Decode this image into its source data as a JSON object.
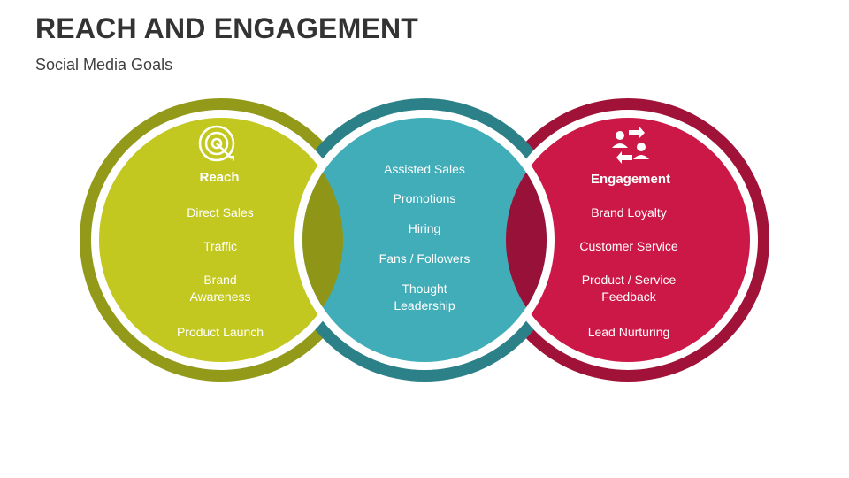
{
  "header": {
    "title": "REACH AND ENGAGEMENT",
    "subtitle": "Social Media Goals"
  },
  "colors": {
    "reach": "#c2c820",
    "reach_ring": "#939a19",
    "reach_overlap": "#8f9617",
    "middle": "#41adb8",
    "middle_ring": "#2c8088",
    "engagement": "#cc1847",
    "engagement_ring": "#a11238",
    "engagement_overlap": "#981138"
  },
  "circles": {
    "reach": {
      "heading": "Reach",
      "icon": "target-icon",
      "items": [
        "Direct Sales",
        "Traffic",
        "Brand",
        "Awareness",
        "Product Launch"
      ]
    },
    "middle": {
      "items": [
        "Assisted Sales",
        "Promotions",
        "Hiring",
        "Fans / Followers",
        "Thought",
        "Leadership"
      ]
    },
    "engagement": {
      "heading": "Engagement",
      "icon": "people-exchange-icon",
      "items": [
        "Brand Loyalty",
        "Customer Service",
        "Product / Service",
        "Feedback",
        "Lead Nurturing"
      ]
    }
  }
}
